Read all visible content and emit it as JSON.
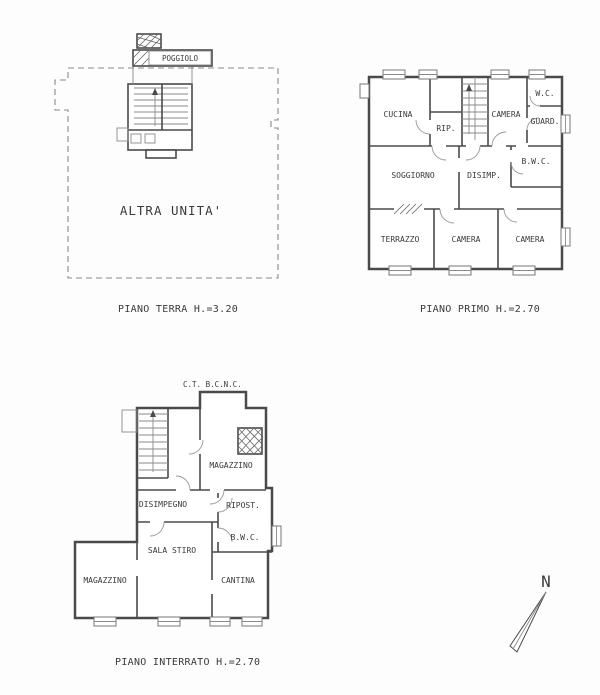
{
  "colors": {
    "wall": "#4a4a4a",
    "thin_line": "#8a8a8a",
    "text": "#3a3a3a"
  },
  "piano_terra": {
    "caption": "PIANO TERRA H.=3.20",
    "unit_label": "ALTRA UNITA'",
    "balcony_label": "POGGIOLO"
  },
  "piano_primo": {
    "caption": "PIANO PRIMO H.=2.70",
    "rooms": {
      "cucina": "CUCINA",
      "rip": "RIP.",
      "camera_top": "CAMERA",
      "wc": "W.C.",
      "guard": "GUARD.",
      "soggiorno": "SOGGIORNO",
      "disimp": "DISIMP.",
      "bwc": "B.W.C.",
      "terrazzo": "TERRAZZO",
      "camera_bottom_center": "CAMERA",
      "camera_bottom_right": "CAMERA"
    }
  },
  "piano_interrato": {
    "caption": "PIANO INTERRATO H.=2.70",
    "annex_label": "C.T. B.C.N.C.",
    "rooms": {
      "magazzino_top": "MAGAZZINO",
      "disimpegno": "DISIMPEGNO",
      "ripost": "RIPOST.",
      "bwc": "B.W.C.",
      "sala_stiro": "SALA STIRO",
      "cantina": "CANTINA",
      "magazzino_left": "MAGAZZINO"
    }
  },
  "compass": {
    "north_label": "N"
  }
}
